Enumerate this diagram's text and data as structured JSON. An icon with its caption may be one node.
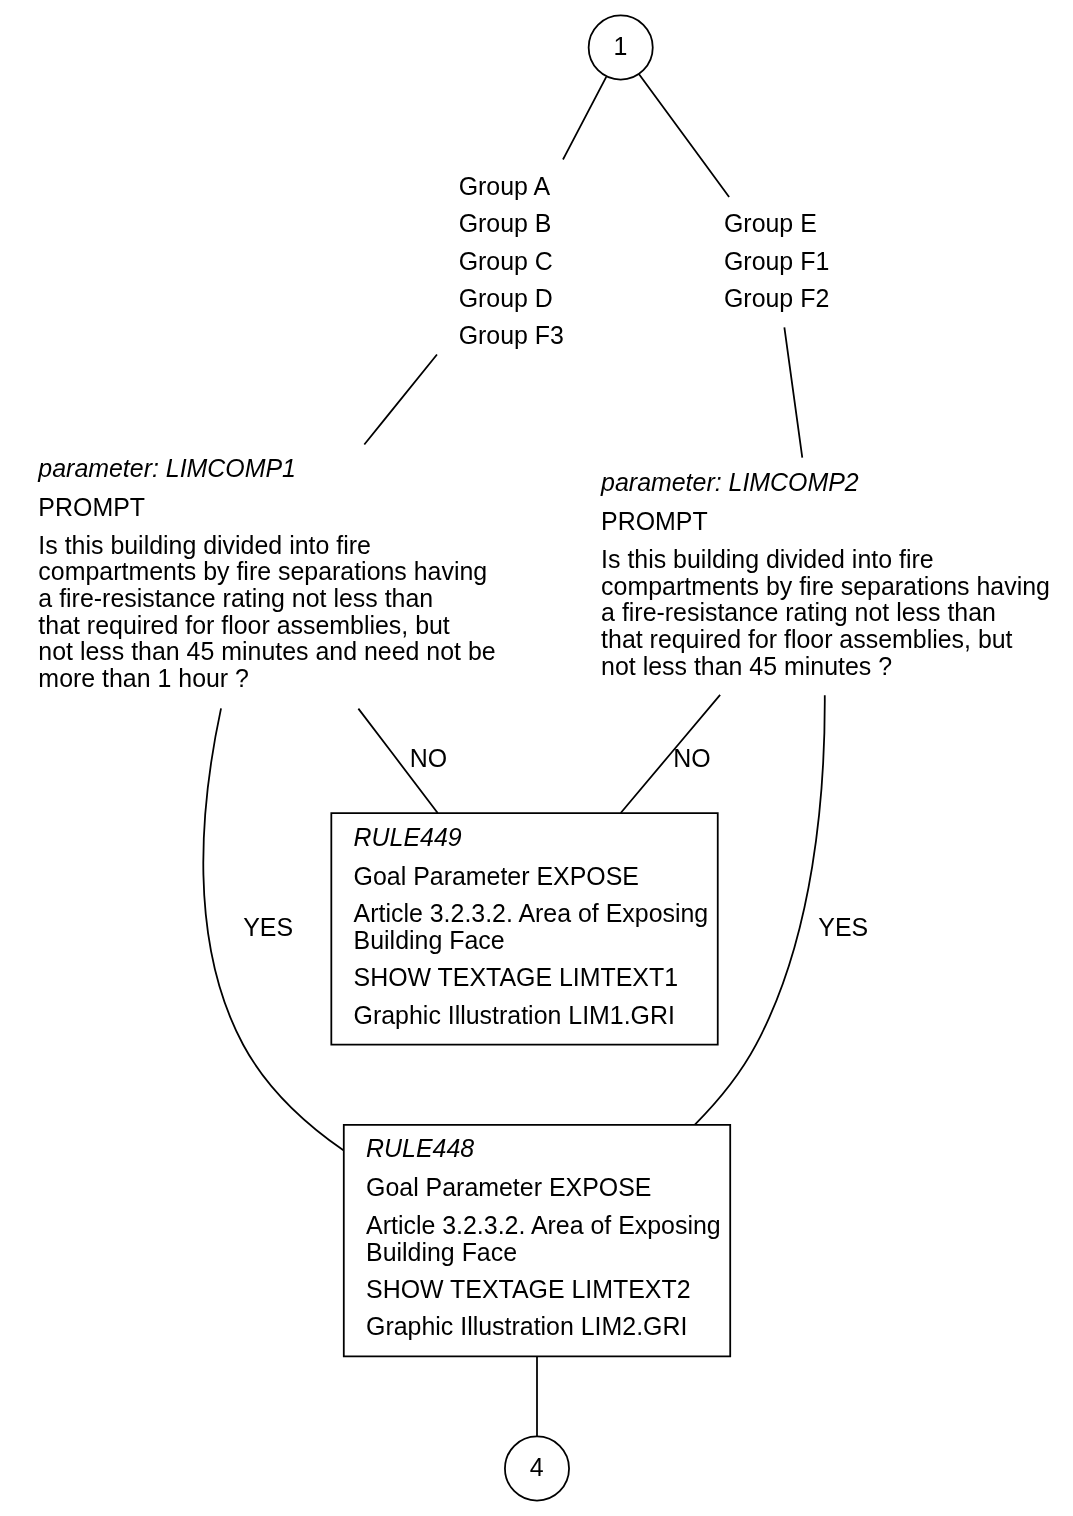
{
  "diagram": {
    "nodes": [
      {
        "text": [
          "1"
        ]
      },
      {
        "text": [
          "Group A",
          "Group B",
          "Group C",
          "Group D",
          "Group F3"
        ]
      },
      {
        "text": [
          "Group E",
          "Group F1",
          "Group F2"
        ]
      },
      {
        "text": [
          "parameter: LIMCOMP1",
          "PROMPT",
          "Is this building divided into fire compartments by fire separations having a fire-resistance rating not less than that required for floor assemblies, but not less than 45 minutes and need not be more than 1 hour ?"
        ]
      },
      {
        "text": [
          "parameter: LIMCOMP2",
          "PROMPT",
          "Is this building divided into fire compartments by fire separations having a fire-resistance rating not less than that required for floor assemblies, but not less than 45 minutes ?"
        ]
      },
      {
        "text": [
          "RULE449",
          "Goal Parameter EXPOSE",
          "Article 3.2.3.2. Area of Exposing Building Face",
          "SHOW TEXTAGE LIMTEXT1",
          "Graphic Illustration LIM1.GRI"
        ]
      },
      {
        "text": [
          "RULE448",
          "Goal Parameter EXPOSE",
          "Article 3.2.3.2. Area of Exposing Building Face",
          "SHOW TEXTAGE LIMTEXT2",
          "Graphic Illustration LIM2.GRI"
        ]
      },
      {
        "text": [
          "4"
        ]
      }
    ],
    "edges": [
      {
        "from": 0,
        "to": 1,
        "arrow": "none"
      },
      {
        "from": 0,
        "to": 2,
        "arrow": "none"
      },
      {
        "from": 1,
        "to": 3,
        "arrow": "none"
      },
      {
        "from": 2,
        "to": 4,
        "arrow": "none"
      },
      {
        "from": 3,
        "to": 6,
        "arrow": "none",
        "label": "YES"
      },
      {
        "from": 3,
        "to": 5,
        "arrow": "none",
        "label": "NO"
      },
      {
        "from": 4,
        "to": 5,
        "arrow": "none",
        "label": "NO"
      },
      {
        "from": 4,
        "to": 6,
        "arrow": "none",
        "label": "YES"
      },
      {
        "from": 6,
        "to": 7,
        "arrow": "none"
      }
    ]
  }
}
